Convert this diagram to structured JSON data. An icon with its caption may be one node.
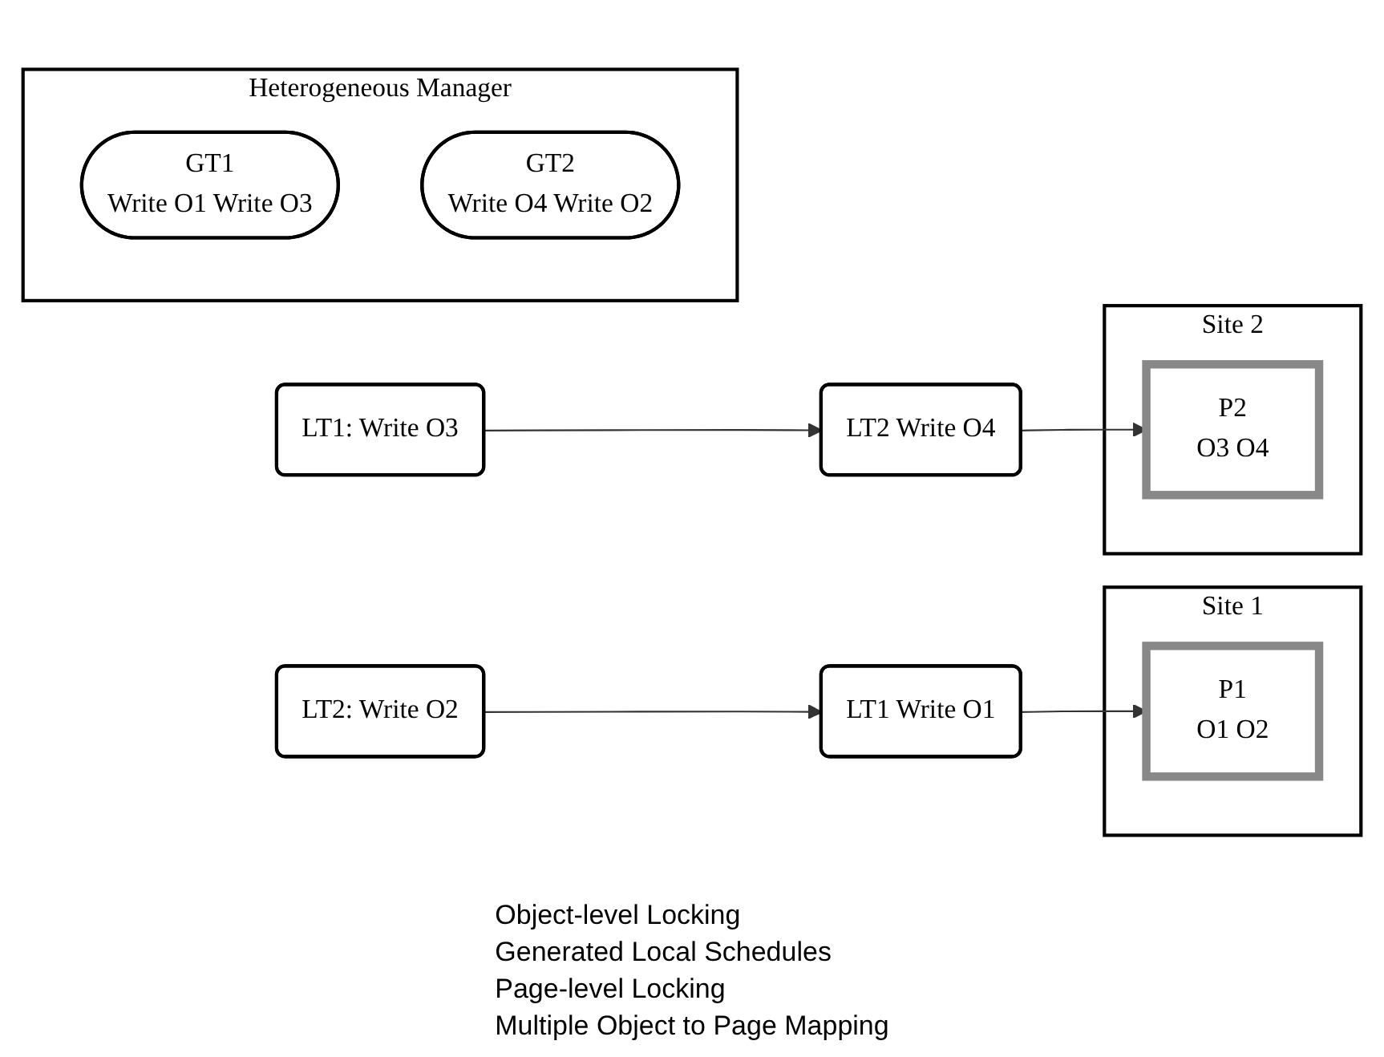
{
  "diagram": {
    "nodes": [
      {
        "text": [
          "Heterogeneous Manager"
        ]
      },
      {
        "text": [
          "GT1",
          "Write O1 Write O3"
        ],
        "in": 0
      },
      {
        "text": [
          "GT2",
          "Write O4 Write O2"
        ],
        "in": 0
      },
      {
        "text": [
          "LT1 Write O1"
        ]
      },
      {
        "text": [
          "Site 1"
        ]
      },
      {
        "text": [
          "P1",
          "O1 O2"
        ],
        "in": 4
      },
      {
        "text": [
          "LT2: Write O2"
        ]
      },
      {
        "text": [
          "LT2 Write O4"
        ]
      },
      {
        "text": [
          "Site 2"
        ]
      },
      {
        "text": [
          "P2",
          "O3 O4"
        ],
        "in": 8
      },
      {
        "text": [
          "LT1: Write O3"
        ]
      }
    ],
    "edges": [
      {
        "from": 3,
        "to": 5,
        "arrow": "to"
      },
      {
        "from": 6,
        "to": 3,
        "arrow": "to"
      },
      {
        "from": 7,
        "to": 9,
        "arrow": "to"
      },
      {
        "from": 10,
        "to": 7,
        "arrow": "to"
      }
    ],
    "labels": [
      "Object-level Locking",
      "Generated Local Schedules",
      "Page-level Locking",
      "Multiple Object to Page Mapping"
    ]
  }
}
